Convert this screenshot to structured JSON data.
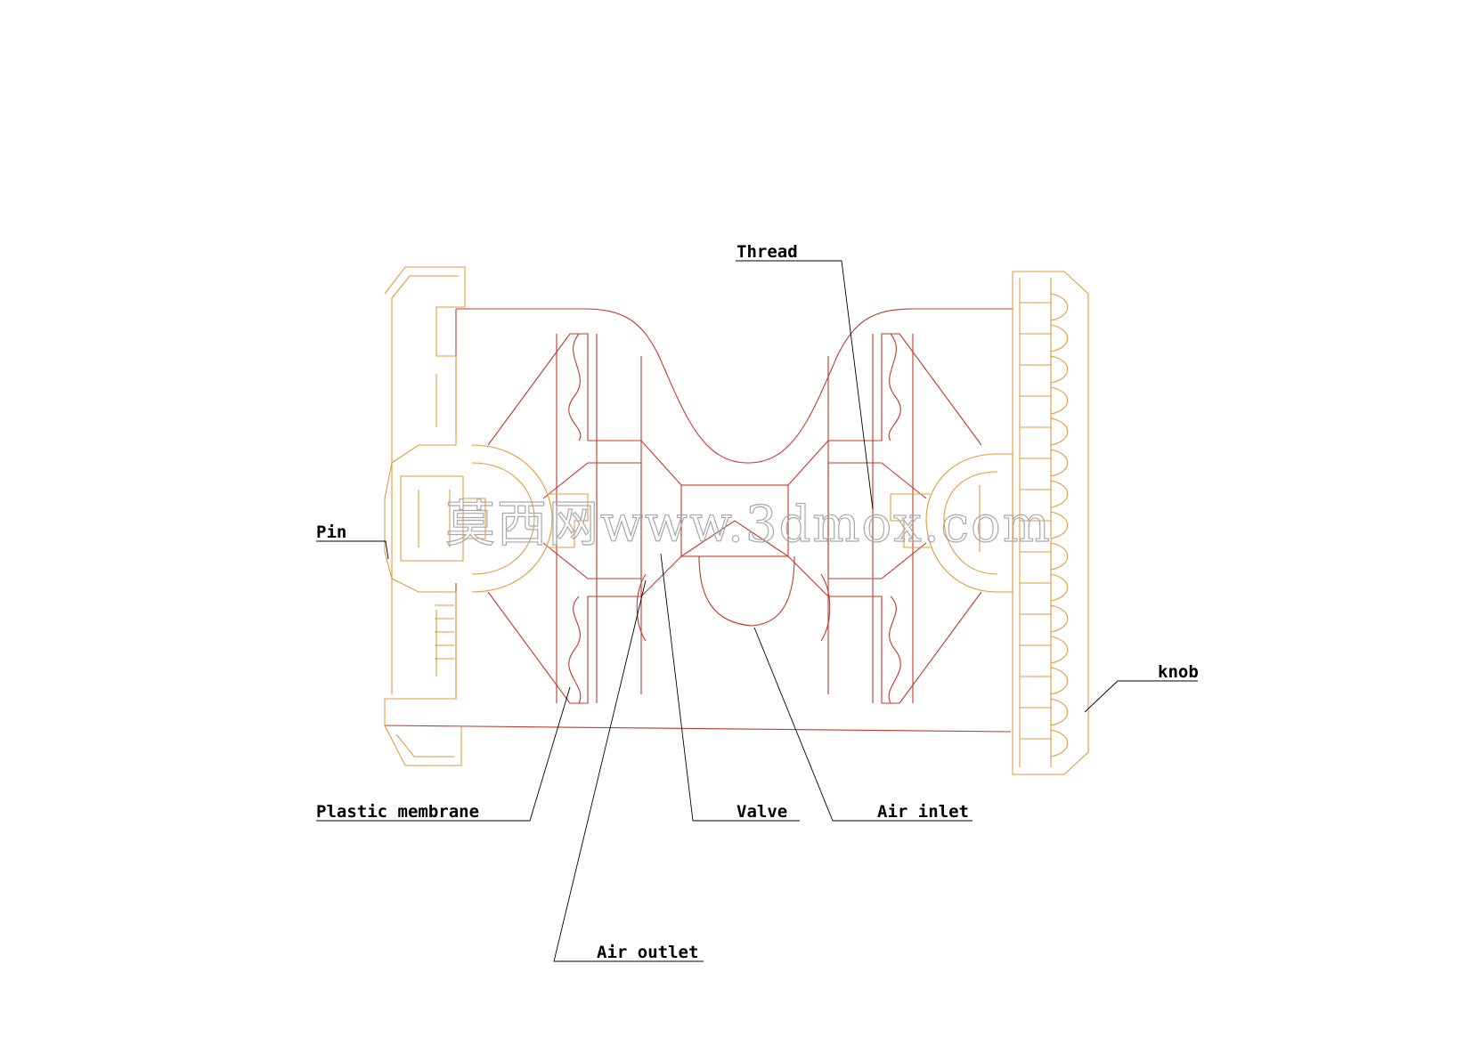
{
  "diagram": {
    "labels": {
      "thread": "Thread",
      "pin": "Pin",
      "knob": "knob",
      "plastic_membrane": "Plastic membrane",
      "valve": "Valve",
      "air_inlet": "Air inlet",
      "air_outlet": "Air outlet"
    },
    "watermark": "莫西网www.3dmox.com",
    "colors": {
      "body_lines": "#c0392b",
      "frame_lines": "#e39a3b",
      "leaders": "#000000",
      "watermark": "#a8a8a8"
    }
  }
}
